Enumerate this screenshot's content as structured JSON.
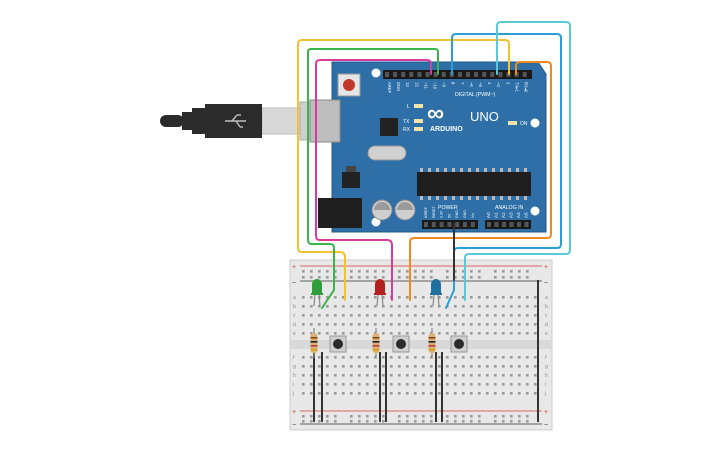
{
  "board": {
    "brand": "ARDUINO",
    "model": "UNO",
    "logo_symbol": "∞",
    "on_label": "ON",
    "led_label_l": "L",
    "led_label_tx": "TX",
    "led_label_rx": "RX",
    "header_digital": "DIGITAL (PWM~)",
    "header_power": "POWER",
    "header_analog": "ANALOG IN",
    "digital_pins": [
      "AREF",
      "GND",
      "13",
      "12",
      "~11",
      "~10",
      "~9",
      "8",
      "7",
      "~6",
      "~5",
      "4",
      "~3",
      "2",
      "TX▸1",
      "RX◂0"
    ],
    "power_pins": [
      "IOREF",
      "RESET",
      "3.3V",
      "5V",
      "GND",
      "GND",
      "Vin"
    ],
    "analog_pins": [
      "A0",
      "A1",
      "A2",
      "A3",
      "A4",
      "A5"
    ]
  },
  "breadboard": {
    "plus_label": "+",
    "minus_label": "−",
    "row_letters_top": [
      "a",
      "b",
      "c",
      "d",
      "e"
    ],
    "row_letters_bottom": [
      "f",
      "g",
      "h",
      "i",
      "j"
    ]
  },
  "components": {
    "leds": [
      {
        "name": "green-led",
        "color": "#2e9e3a"
      },
      {
        "name": "red-led",
        "color": "#b3201f"
      },
      {
        "name": "blue-led",
        "color": "#1f6fa0"
      }
    ]
  },
  "wires": {
    "colors": {
      "yellow": "#f2c230",
      "green": "#3ab54a",
      "magenta": "#d63ca0",
      "blue": "#2a9fd6",
      "cyan": "#5bc8d8",
      "orange": "#ee8a1e",
      "black": "#333333"
    }
  }
}
